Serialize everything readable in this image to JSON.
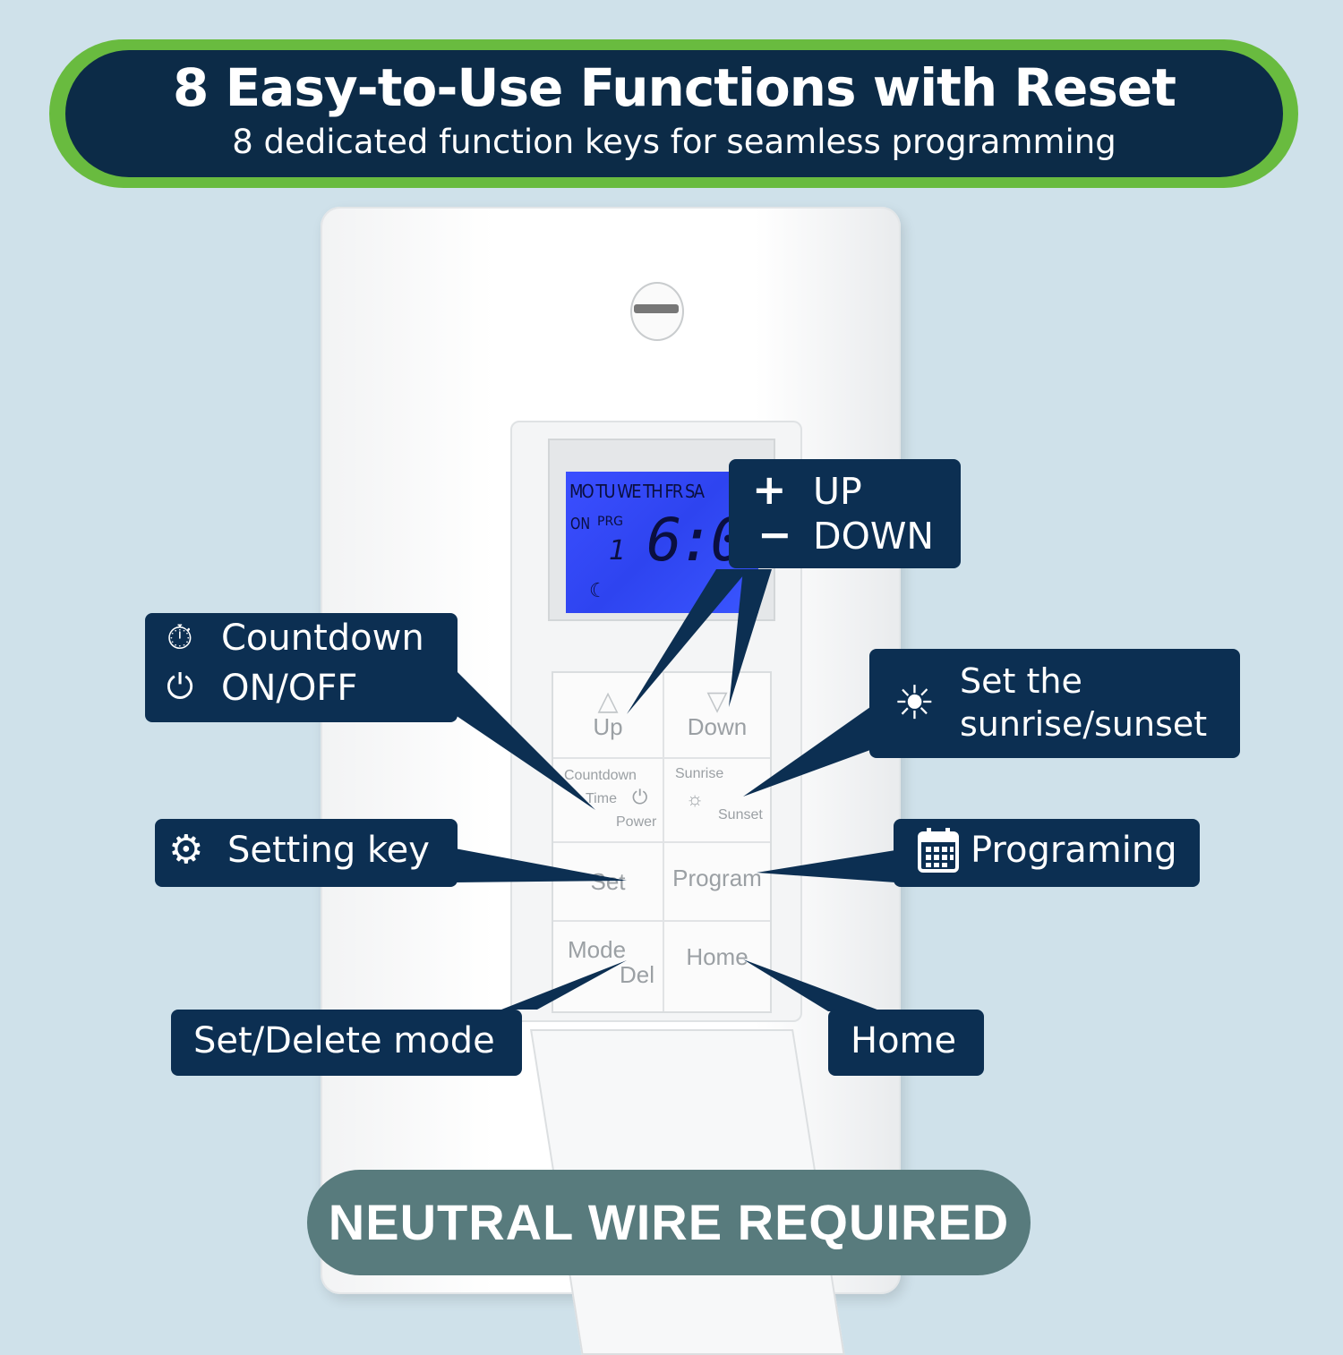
{
  "banner": {
    "title": "8 Easy-to-Use Functions with Reset",
    "subtitle": "8 dedicated function keys for seamless programming"
  },
  "lcd": {
    "days": "MO TU WE TH FR SA",
    "on": "ON",
    "prg": "PRG",
    "program_number": "1",
    "time": "6:00"
  },
  "keys": {
    "up": "Up",
    "down": "Down",
    "countdown": "Countdown",
    "time": "Time",
    "power": "Power",
    "sunrise": "Sunrise",
    "sunset": "Sunset",
    "set": "Set",
    "program": "Program",
    "mode": "Mode",
    "del": "Del",
    "home": "Home"
  },
  "callouts": {
    "up": "UP",
    "down": "DOWN",
    "countdown": "Countdown",
    "onoff": "ON/OFF",
    "sun_line1": "Set the",
    "sun_line2": "sunrise/sunset",
    "setting_key": "Setting key",
    "programing": "Programing",
    "set_delete": "Set/Delete mode",
    "home": "Home"
  },
  "footer": {
    "text": "NEUTRAL WIRE REQUIRED"
  },
  "colors": {
    "banner_border": "#69bb3f",
    "navy": "#0c2f52",
    "lcd_blue": "#3b4fff",
    "footer_pill": "#587b7d",
    "background": "#cfe1ea"
  }
}
